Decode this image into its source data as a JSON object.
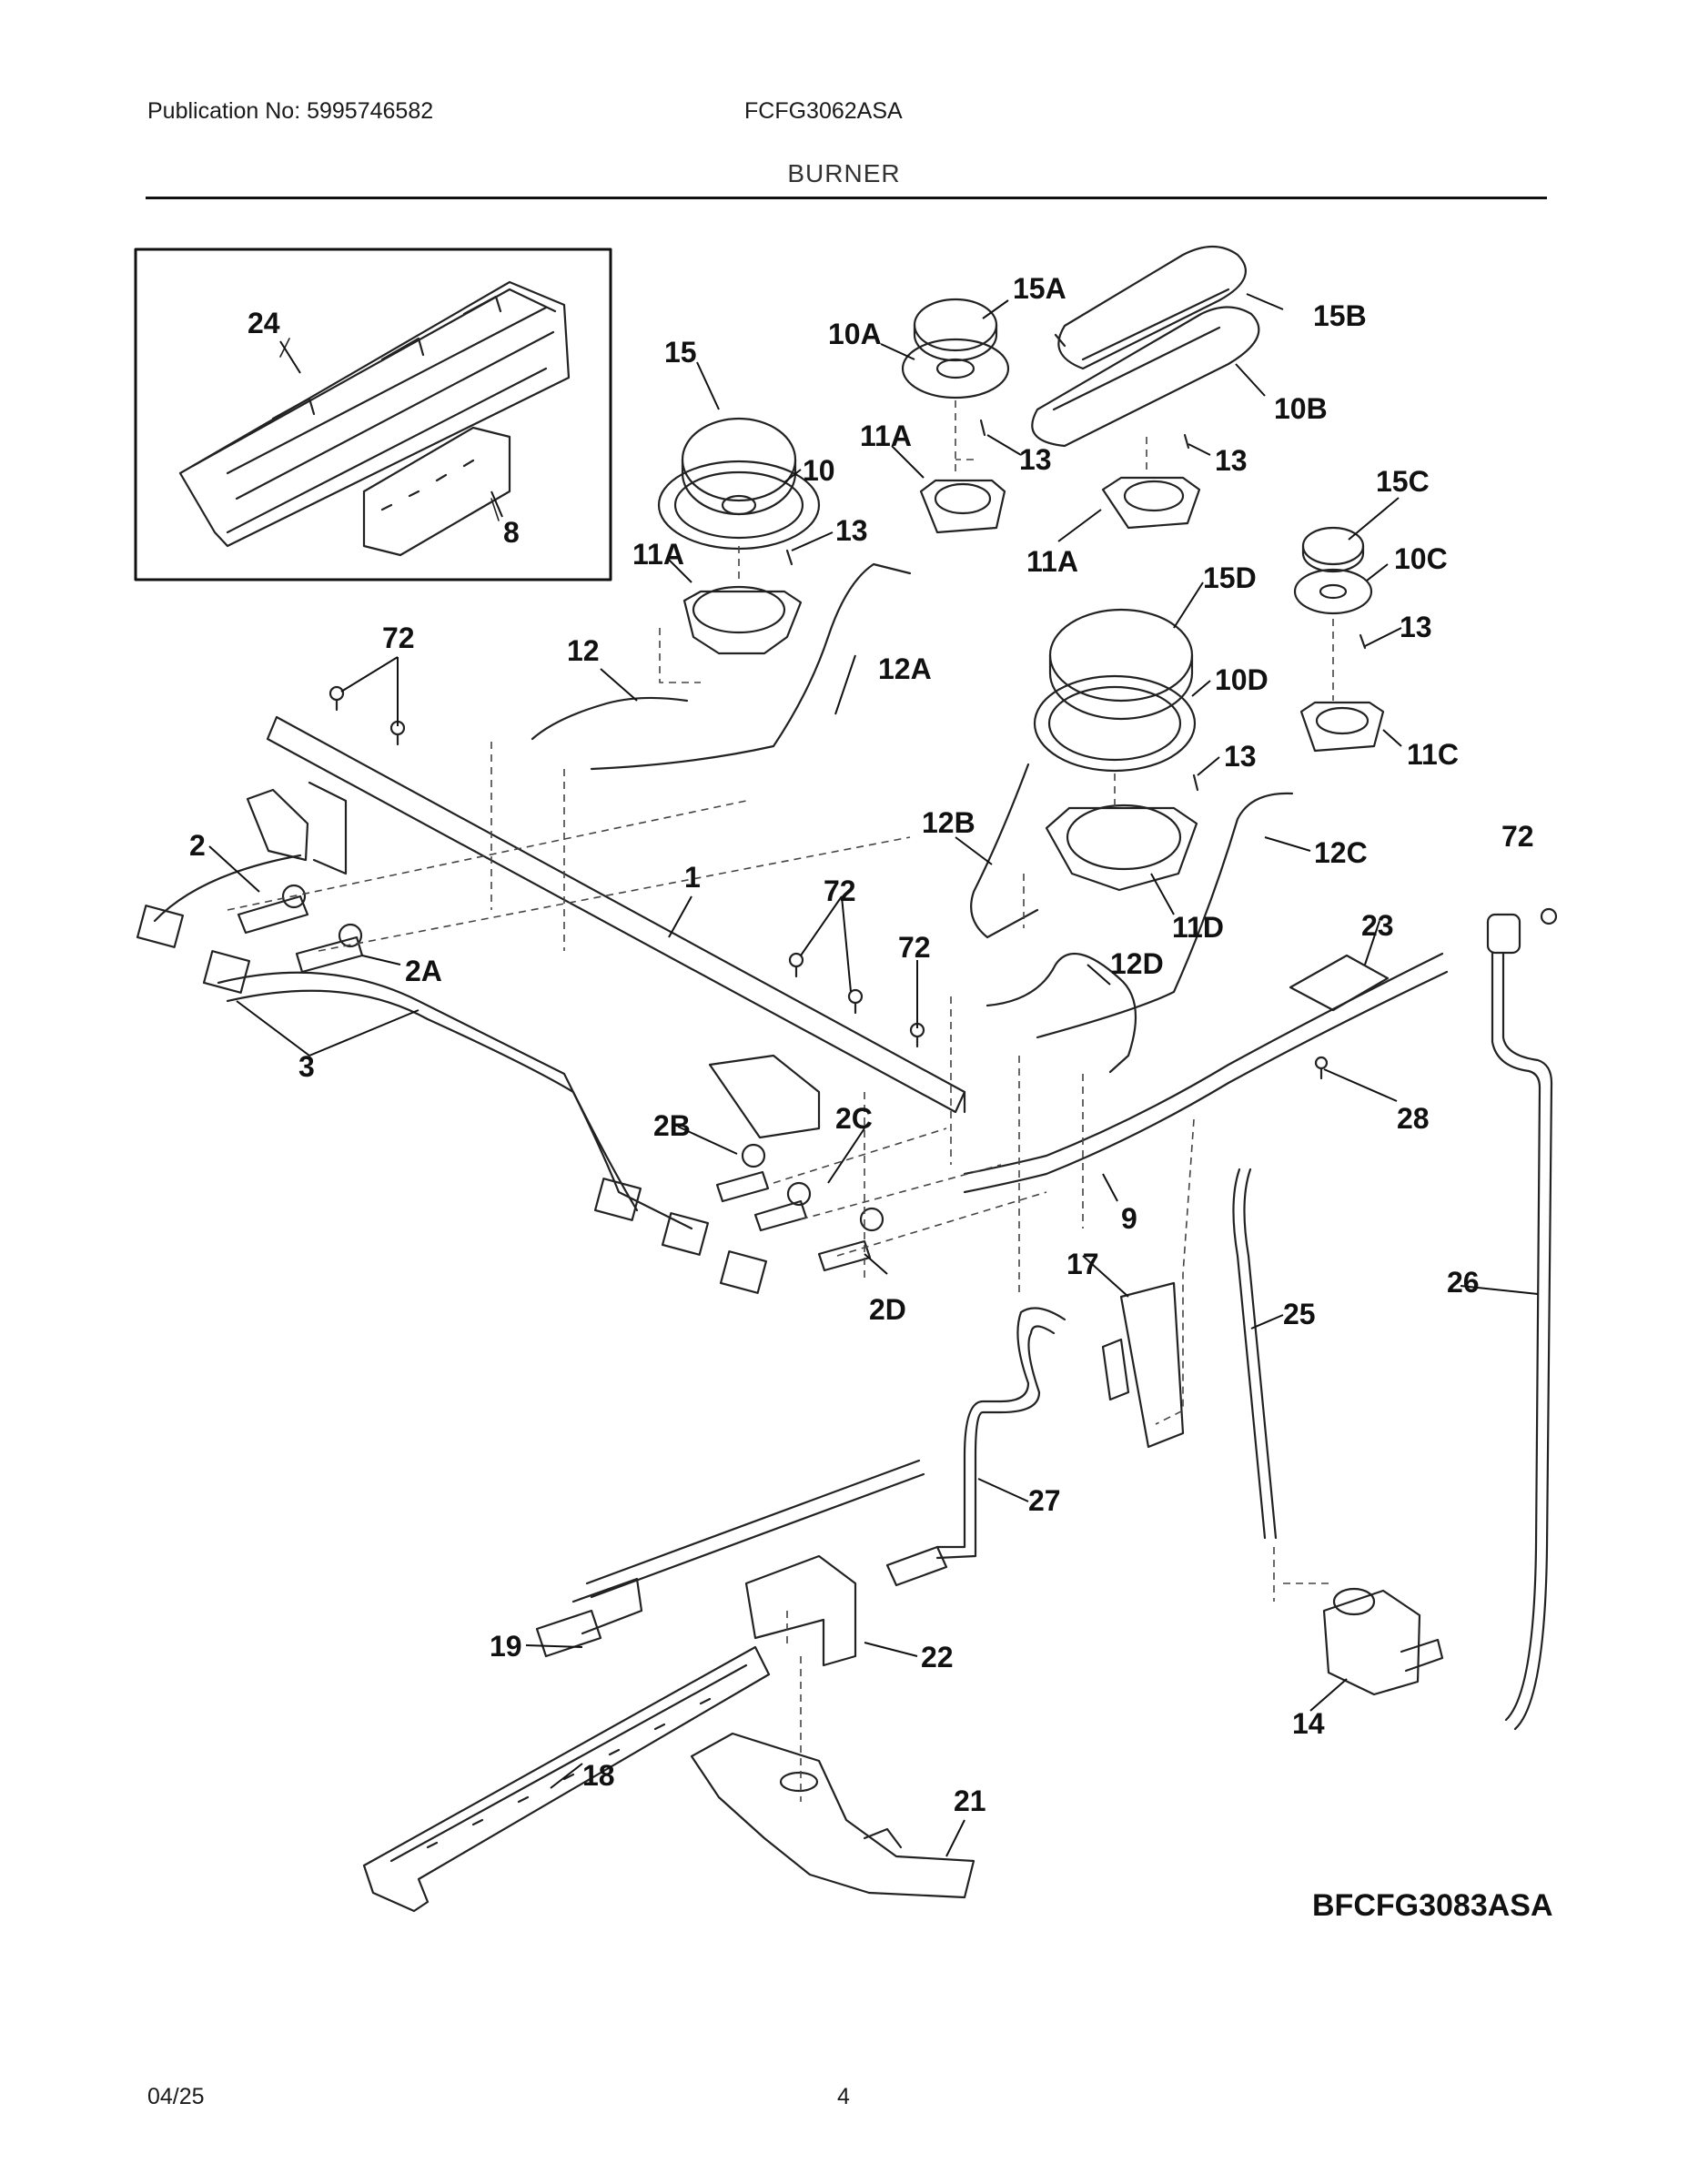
{
  "header": {
    "publication": "Publication No: 5995746582",
    "model": "FCFG3062ASA",
    "section_title": "BURNER"
  },
  "diagram": {
    "drawing_code": "BFCFG3083ASA",
    "callouts": {
      "c24": "24",
      "c8": "8",
      "c15": "15",
      "c10": "10",
      "c11a_1": "11A",
      "c13_1": "13",
      "c15a": "15A",
      "c10a": "10A",
      "c11a_2": "11A",
      "c13_2": "13",
      "c15b": "15B",
      "c10b": "10B",
      "c13_3": "13",
      "c11a_3": "11A",
      "c15c": "15C",
      "c10c": "10C",
      "c13_4": "13",
      "c11c": "11C",
      "c15d": "15D",
      "c10d": "10D",
      "c13_5": "13",
      "c11d": "11D",
      "c72_1": "72",
      "c72_2": "72",
      "c72_3": "72",
      "c72_4": "72",
      "c12": "12",
      "c12a": "12A",
      "c12b": "12B",
      "c12c": "12C",
      "c12d": "12D",
      "c1": "1",
      "c2": "2",
      "c2a": "2A",
      "c2b": "2B",
      "c2c": "2C",
      "c2d": "2D",
      "c3": "3",
      "c9": "9",
      "c23": "23",
      "c28": "28",
      "c17": "17",
      "c25": "25",
      "c26": "26",
      "c27": "27",
      "c19": "19",
      "c22": "22",
      "c14": "14",
      "c18": "18",
      "c21": "21"
    }
  },
  "footer": {
    "date": "04/25",
    "page": "4"
  }
}
